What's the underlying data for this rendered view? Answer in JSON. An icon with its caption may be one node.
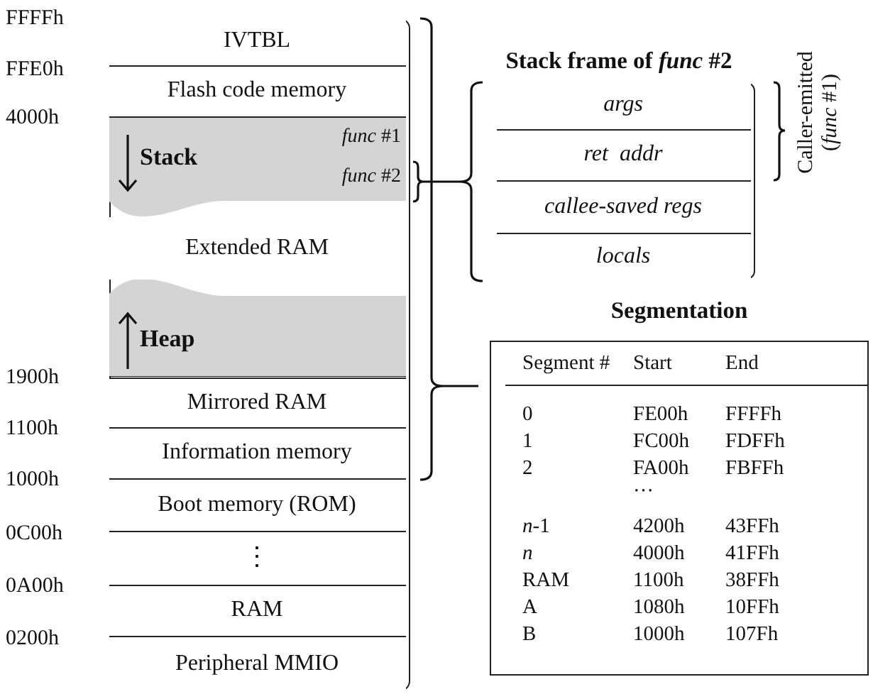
{
  "diagram": {
    "nodes": [
      {
        "text": [],
        "shape": "box"
      },
      {
        "text": [
          "IVTBL"
        ],
        "in": 0
      },
      {
        "text": [
          "Flash code memory"
        ],
        "in": 0
      },
      {
        "text": [
          "Stack",
          "*func* #1",
          "*func* #2"
        ],
        "in": 0
      },
      {
        "text": [
          "Extended RAM"
        ],
        "in": 0
      },
      {
        "text": [
          "Heap"
        ],
        "in": 0
      },
      {
        "text": [
          "Mirrored RAM"
        ],
        "in": 0
      },
      {
        "text": [
          "Information memory"
        ],
        "in": 0
      },
      {
        "text": [
          "Boot memory (ROM)"
        ],
        "in": 0
      },
      {
        "text": [
          "⋮"
        ],
        "in": 0
      },
      {
        "text": [
          "RAM"
        ],
        "in": 0
      },
      {
        "text": [
          "Peripheral MMIO"
        ],
        "in": 0
      },
      {
        "text": [
          "Stack frame of *func* #2"
        ]
      },
      {
        "text": [
          "args"
        ],
        "in": 12
      },
      {
        "text": [
          "ret  addr"
        ],
        "in": 12
      },
      {
        "text": [
          "callee-saved regs"
        ],
        "in": 12
      },
      {
        "text": [
          "locals"
        ],
        "in": 12
      },
      {
        "text": [
          "Segmentation"
        ]
      }
    ],
    "labels": [
      "FFFFh",
      "FFE0h",
      "4000h",
      "1900h",
      "1100h",
      "1000h",
      "0C00h",
      "0A00h",
      "0200h",
      "Caller-emitted (*func* #1)",
      "Segment #",
      "Start",
      "End",
      "0",
      "FE00h",
      "FFFFh",
      "1",
      "FC00h",
      "FDFFh",
      "2",
      "FA00h",
      "FBFFh",
      "…",
      "*n*-1",
      "4200h",
      "43FFh",
      "n",
      "4000h",
      "41FFh",
      "RAM",
      "1100h",
      "38FFh",
      "A",
      "1080h",
      "10FFh",
      "B",
      "1000h",
      "107Fh"
    ]
  }
}
